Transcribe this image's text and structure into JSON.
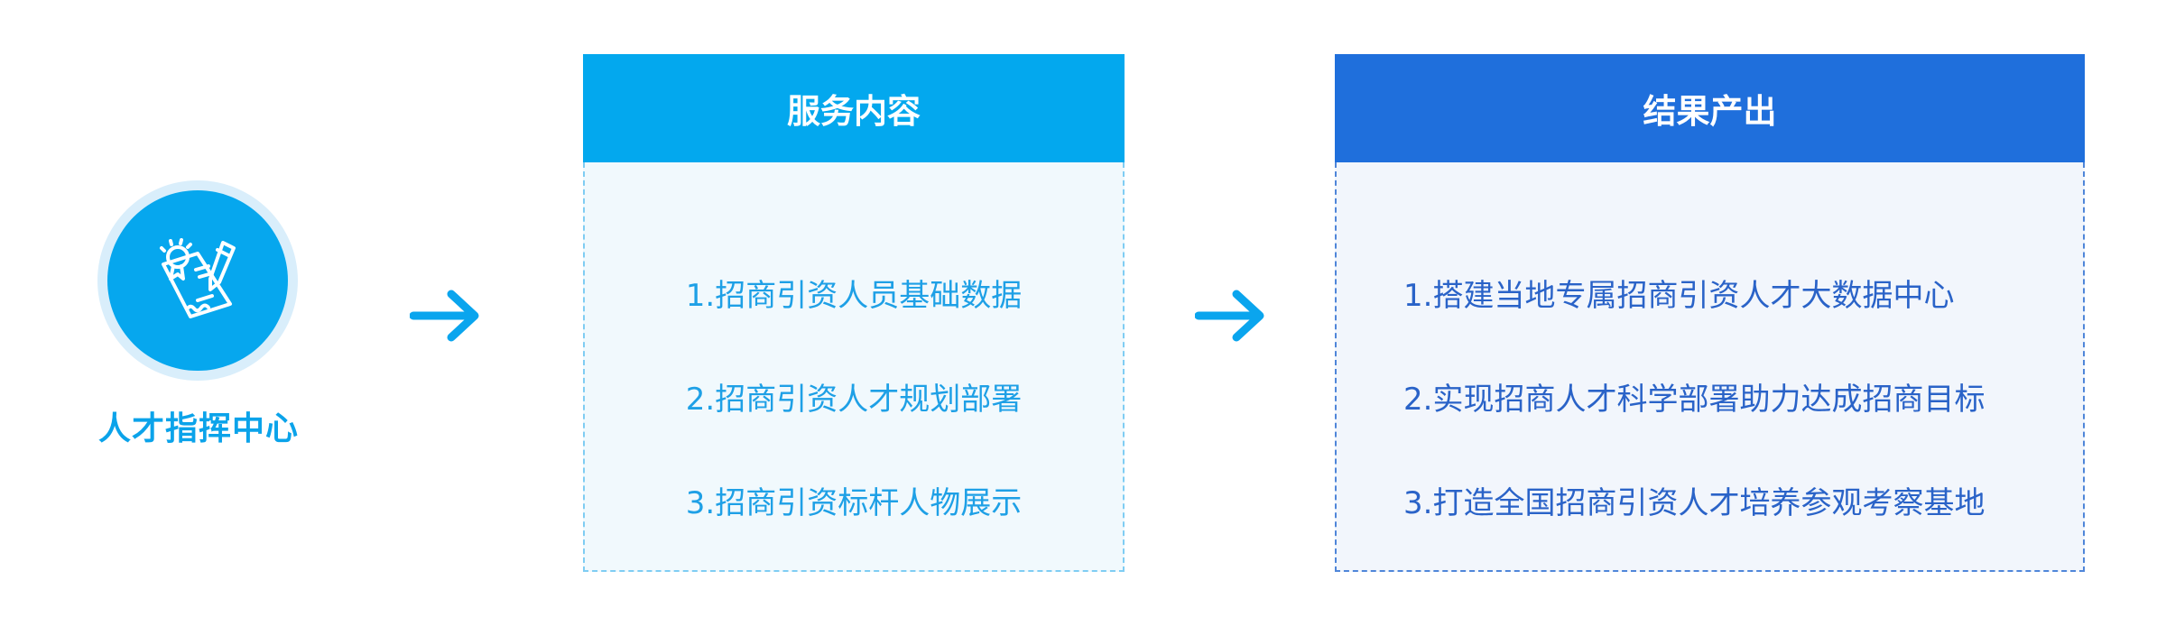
{
  "hub": {
    "label": "人才指挥中心",
    "icon": "certificate-pen-icon"
  },
  "service": {
    "title": "服务内容",
    "items": [
      "1.招商引资人员基础数据",
      "2.招商引资人才规划部署",
      "3.招商引资标杆人物展示"
    ]
  },
  "result": {
    "title": "结果产出",
    "items": [
      "1.搭建当地专属招商引资人才大数据中心",
      "2.实现招商人才科学部署助力达成招商目标",
      "3.打造全国招商引资人才培养参观考察基地"
    ]
  },
  "colors": {
    "primary": "#03a8ee",
    "secondary": "#1f6fdc",
    "service_bg": "#f1f9fd",
    "result_bg": "#f2f6fc"
  }
}
